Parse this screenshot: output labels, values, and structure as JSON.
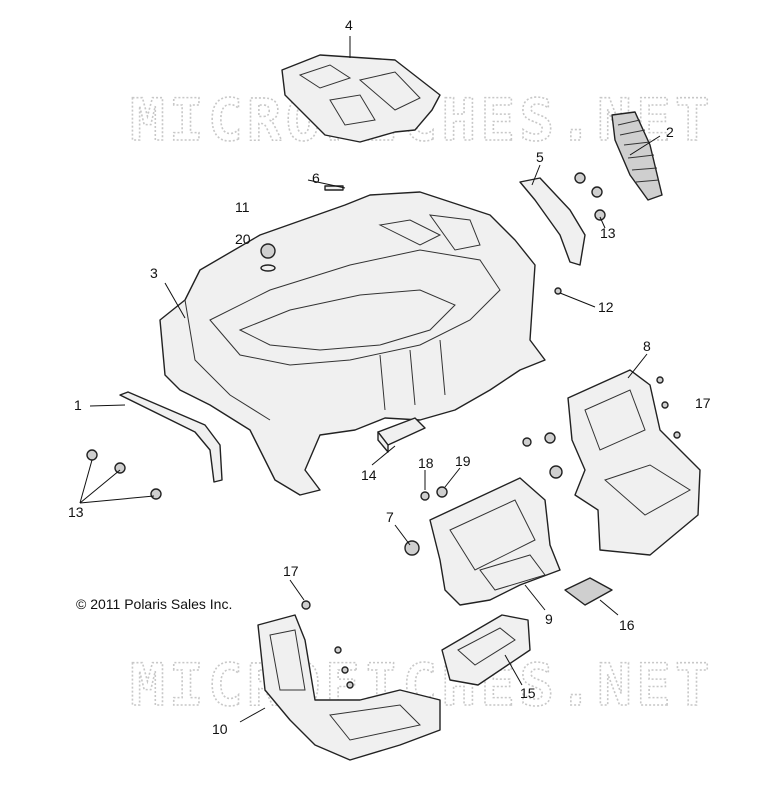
{
  "watermark_text": "MICROFICHES.NET",
  "copyright": "© 2011 Polaris Sales Inc.",
  "callouts": {
    "c1": "1",
    "c2": "2",
    "c3": "3",
    "c4": "4",
    "c5": "5",
    "c6": "6",
    "c7": "7",
    "c8": "8",
    "c9": "9",
    "c10": "10",
    "c11": "11",
    "c12": "12",
    "c13a": "13",
    "c13b": "13",
    "c14": "14",
    "c15": "15",
    "c16": "16",
    "c17a": "17",
    "c17b": "17",
    "c18": "18",
    "c19": "19",
    "c20": "20"
  }
}
